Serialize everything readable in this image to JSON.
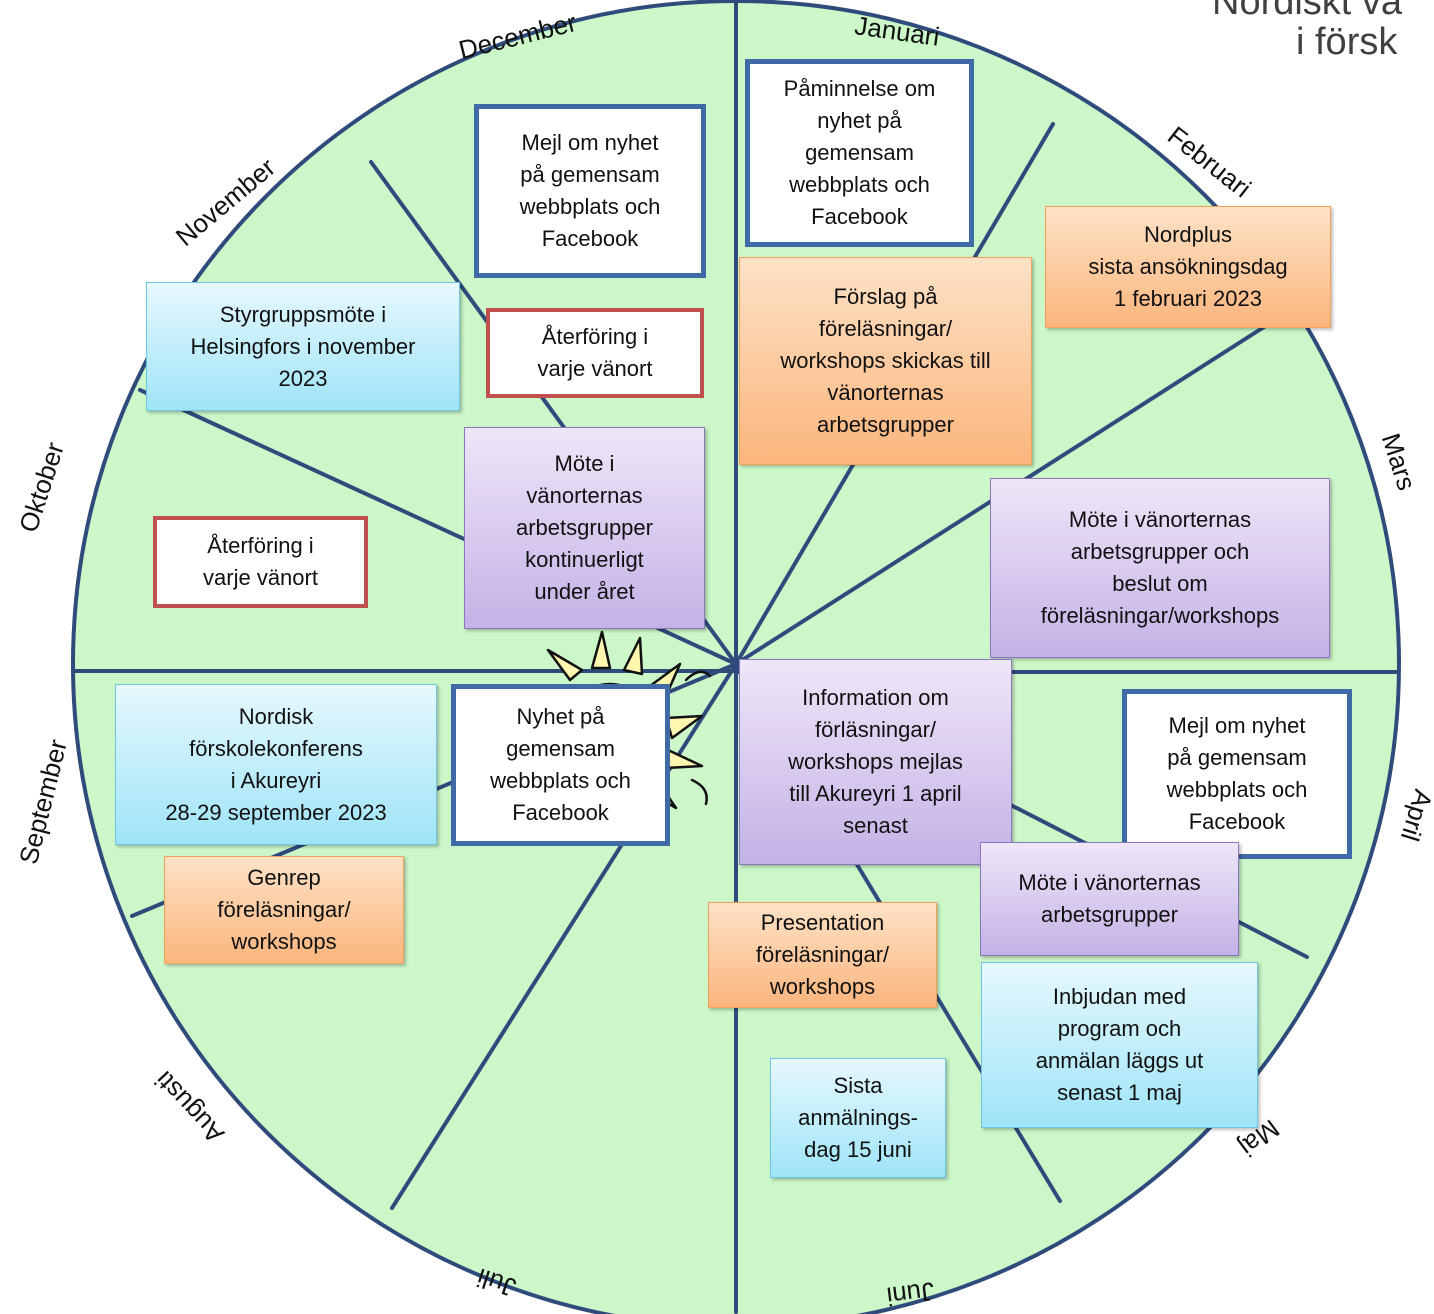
{
  "title": {
    "line1": "Nordiskt vä",
    "line2": "i försk"
  },
  "months": [
    {
      "key": "januari",
      "label": "Januari"
    },
    {
      "key": "februari",
      "label": "Februari"
    },
    {
      "key": "mars",
      "label": "Mars"
    },
    {
      "key": "april",
      "label": "April"
    },
    {
      "key": "maj",
      "label": "Maj"
    },
    {
      "key": "juni",
      "label": "Juni"
    },
    {
      "key": "juli",
      "label": "Juli"
    },
    {
      "key": "augusti",
      "label": "Augusti"
    },
    {
      "key": "september",
      "label": "September"
    },
    {
      "key": "oktober",
      "label": "Oktober"
    },
    {
      "key": "november",
      "label": "November"
    },
    {
      "key": "december",
      "label": "December"
    }
  ],
  "boxes": {
    "jan_reminder": "Påminnelse om\nnyhet på\ngemensam\nwebbplats och\nFacebook",
    "dec_mail": "Mejl om nyhet\npå gemensam\nwebbplats och\nFacebook",
    "feb_nordplus": "Nordplus\nsista ansökningsdag\n1 februari 2023",
    "jan_proposals": "Förslag på\nföreläsningar/\nworkshops skickas till\nvänorternas\narbetsgrupper",
    "nov_feedback": "Återföring i\nvarje vänort",
    "nov_steering": "Styrgruppsmöte i\nHelsingfors i november\n2023",
    "oct_feedback": "Återföring i\nvarje vänort",
    "center_meeting": "Möte i\nvänorternas\narbetsgrupper\nkontinuerligt\nunder året",
    "mar_meeting": "Möte i vänorternas\narbetsgrupper och\nbeslut om\nföreläsningar/workshops",
    "sep_conference": "Nordisk\nförskolekonferens\ni Akureyri\n28-29 september 2023",
    "sep_news": "Nyhet på\ngemensam\nwebbplats och\nFacebook",
    "apr_info": "Information om\nförläsningar/\nworkshops mejlas\ntill Akureyri 1 april\nsenast",
    "apr_mail": "Mejl om nyhet\npå gemensam\nwebbplats och\nFacebook",
    "apr_meeting": "Möte i vänorternas\narbetsgrupper",
    "sep_genrep": "Genrep\nföreläsningar/\nworkshops",
    "jun_presentation": "Presentation\nföreläsningar/\nworkshops",
    "may_invitation": "Inbjudan med\nprogram och\nanmälan läggs ut\nsenast 1 maj",
    "jun_deadline": "Sista\nanmälnings-\ndag 15 juni"
  },
  "colors": {
    "wheel_fill": "#ccf7c9",
    "wheel_stroke": "#2f4b7c",
    "box_border_blue": "#3f6aa6",
    "box_border_red": "#c0504d"
  },
  "decorations": {
    "sun": "sun-icon"
  }
}
